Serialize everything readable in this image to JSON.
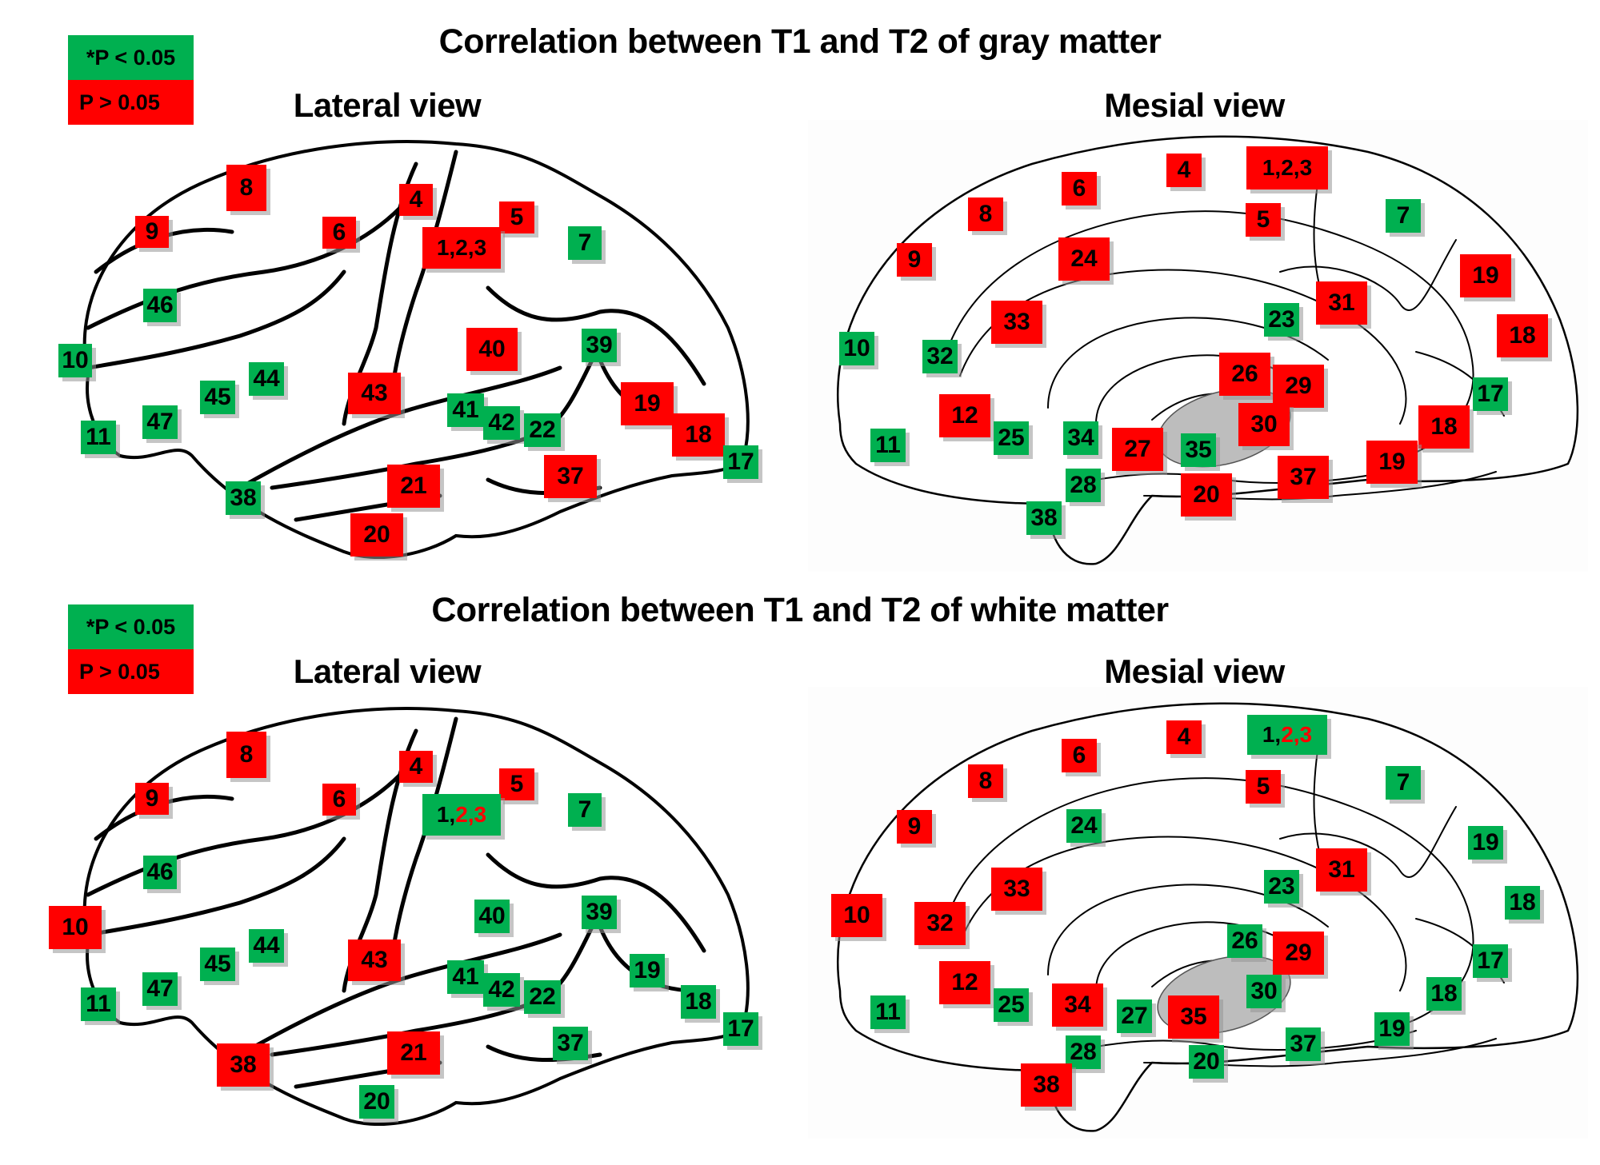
{
  "colors": {
    "significant": "#00B050",
    "not_significant": "#FF0000"
  },
  "legend": {
    "significant_label": "*P < 0.05",
    "not_significant_label": "P > 0.05"
  },
  "panels": [
    {
      "title": "Correlation between T1 and T2 of gray matter",
      "lateral": {
        "title": "Lateral view",
        "regions": [
          {
            "label": "8",
            "sig": false
          },
          {
            "label": "9",
            "sig": false
          },
          {
            "label": "6",
            "sig": false
          },
          {
            "label": "4",
            "sig": false
          },
          {
            "label": "5",
            "sig": false
          },
          {
            "label": "1,2,3",
            "sig": false
          },
          {
            "label": "7",
            "sig": true
          },
          {
            "label": "46",
            "sig": true
          },
          {
            "label": "10",
            "sig": true
          },
          {
            "label": "44",
            "sig": true
          },
          {
            "label": "45",
            "sig": true
          },
          {
            "label": "47",
            "sig": true
          },
          {
            "label": "11",
            "sig": true
          },
          {
            "label": "43",
            "sig": false
          },
          {
            "label": "40",
            "sig": false
          },
          {
            "label": "39",
            "sig": true
          },
          {
            "label": "41",
            "sig": true
          },
          {
            "label": "42",
            "sig": true
          },
          {
            "label": "22",
            "sig": true
          },
          {
            "label": "19",
            "sig": false
          },
          {
            "label": "18",
            "sig": false
          },
          {
            "label": "17",
            "sig": true
          },
          {
            "label": "37",
            "sig": false
          },
          {
            "label": "21",
            "sig": false
          },
          {
            "label": "38",
            "sig": true
          },
          {
            "label": "20",
            "sig": false
          }
        ]
      },
      "mesial": {
        "title": "Mesial view",
        "regions": [
          {
            "label": "4",
            "sig": false
          },
          {
            "label": "1,2,3",
            "sig": false
          },
          {
            "label": "6",
            "sig": false
          },
          {
            "label": "8",
            "sig": false
          },
          {
            "label": "5",
            "sig": false
          },
          {
            "label": "7",
            "sig": true
          },
          {
            "label": "9",
            "sig": false
          },
          {
            "label": "24",
            "sig": false
          },
          {
            "label": "19",
            "sig": false
          },
          {
            "label": "31",
            "sig": false
          },
          {
            "label": "33",
            "sig": false
          },
          {
            "label": "23",
            "sig": true
          },
          {
            "label": "18",
            "sig": false
          },
          {
            "label": "10",
            "sig": true
          },
          {
            "label": "32",
            "sig": true
          },
          {
            "label": "26",
            "sig": false
          },
          {
            "label": "29",
            "sig": false
          },
          {
            "label": "17",
            "sig": true
          },
          {
            "label": "12",
            "sig": false
          },
          {
            "label": "30",
            "sig": false
          },
          {
            "label": "18",
            "sig": false
          },
          {
            "label": "11",
            "sig": true
          },
          {
            "label": "25",
            "sig": true
          },
          {
            "label": "34",
            "sig": true
          },
          {
            "label": "27",
            "sig": false
          },
          {
            "label": "35",
            "sig": true
          },
          {
            "label": "19",
            "sig": false
          },
          {
            "label": "37",
            "sig": false
          },
          {
            "label": "28",
            "sig": true
          },
          {
            "label": "20",
            "sig": false
          },
          {
            "label": "38",
            "sig": true
          }
        ]
      }
    },
    {
      "title": "Correlation between T1 and T2 of white matter",
      "lateral": {
        "title": "Lateral view",
        "regions": [
          {
            "label": "8",
            "sig": false
          },
          {
            "label": "9",
            "sig": false
          },
          {
            "label": "6",
            "sig": false
          },
          {
            "label": "4",
            "sig": false
          },
          {
            "label": "5",
            "sig": false
          },
          {
            "label": "1,2,3",
            "sig": true,
            "parts": [
              {
                "text": "1,",
                "sig": true
              },
              {
                "text": "2,3",
                "sig": false
              }
            ]
          },
          {
            "label": "7",
            "sig": true
          },
          {
            "label": "46",
            "sig": true
          },
          {
            "label": "10",
            "sig": false
          },
          {
            "label": "44",
            "sig": true
          },
          {
            "label": "45",
            "sig": true
          },
          {
            "label": "47",
            "sig": true
          },
          {
            "label": "11",
            "sig": true
          },
          {
            "label": "43",
            "sig": false
          },
          {
            "label": "40",
            "sig": true
          },
          {
            "label": "39",
            "sig": true
          },
          {
            "label": "41",
            "sig": true
          },
          {
            "label": "42",
            "sig": true
          },
          {
            "label": "22",
            "sig": true
          },
          {
            "label": "19",
            "sig": true
          },
          {
            "label": "18",
            "sig": true
          },
          {
            "label": "17",
            "sig": true
          },
          {
            "label": "37",
            "sig": true
          },
          {
            "label": "21",
            "sig": false
          },
          {
            "label": "38",
            "sig": false
          },
          {
            "label": "20",
            "sig": true
          }
        ]
      },
      "mesial": {
        "title": "Mesial view",
        "regions": [
          {
            "label": "4",
            "sig": false
          },
          {
            "label": "1,2,3",
            "sig": true,
            "parts": [
              {
                "text": "1,",
                "sig": true
              },
              {
                "text": "2,3",
                "sig": false
              }
            ]
          },
          {
            "label": "6",
            "sig": false
          },
          {
            "label": "8",
            "sig": false
          },
          {
            "label": "5",
            "sig": false
          },
          {
            "label": "7",
            "sig": true
          },
          {
            "label": "9",
            "sig": false
          },
          {
            "label": "24",
            "sig": true
          },
          {
            "label": "19",
            "sig": true
          },
          {
            "label": "31",
            "sig": false
          },
          {
            "label": "33",
            "sig": false
          },
          {
            "label": "23",
            "sig": true
          },
          {
            "label": "18",
            "sig": true
          },
          {
            "label": "10",
            "sig": false
          },
          {
            "label": "32",
            "sig": false
          },
          {
            "label": "26",
            "sig": true
          },
          {
            "label": "29",
            "sig": false
          },
          {
            "label": "17",
            "sig": true
          },
          {
            "label": "12",
            "sig": false
          },
          {
            "label": "30",
            "sig": true
          },
          {
            "label": "18",
            "sig": true
          },
          {
            "label": "11",
            "sig": true
          },
          {
            "label": "25",
            "sig": true
          },
          {
            "label": "34",
            "sig": false
          },
          {
            "label": "27",
            "sig": true
          },
          {
            "label": "35",
            "sig": false
          },
          {
            "label": "19",
            "sig": true
          },
          {
            "label": "37",
            "sig": true
          },
          {
            "label": "28",
            "sig": true
          },
          {
            "label": "20",
            "sig": true
          },
          {
            "label": "38",
            "sig": false
          }
        ]
      }
    }
  ]
}
